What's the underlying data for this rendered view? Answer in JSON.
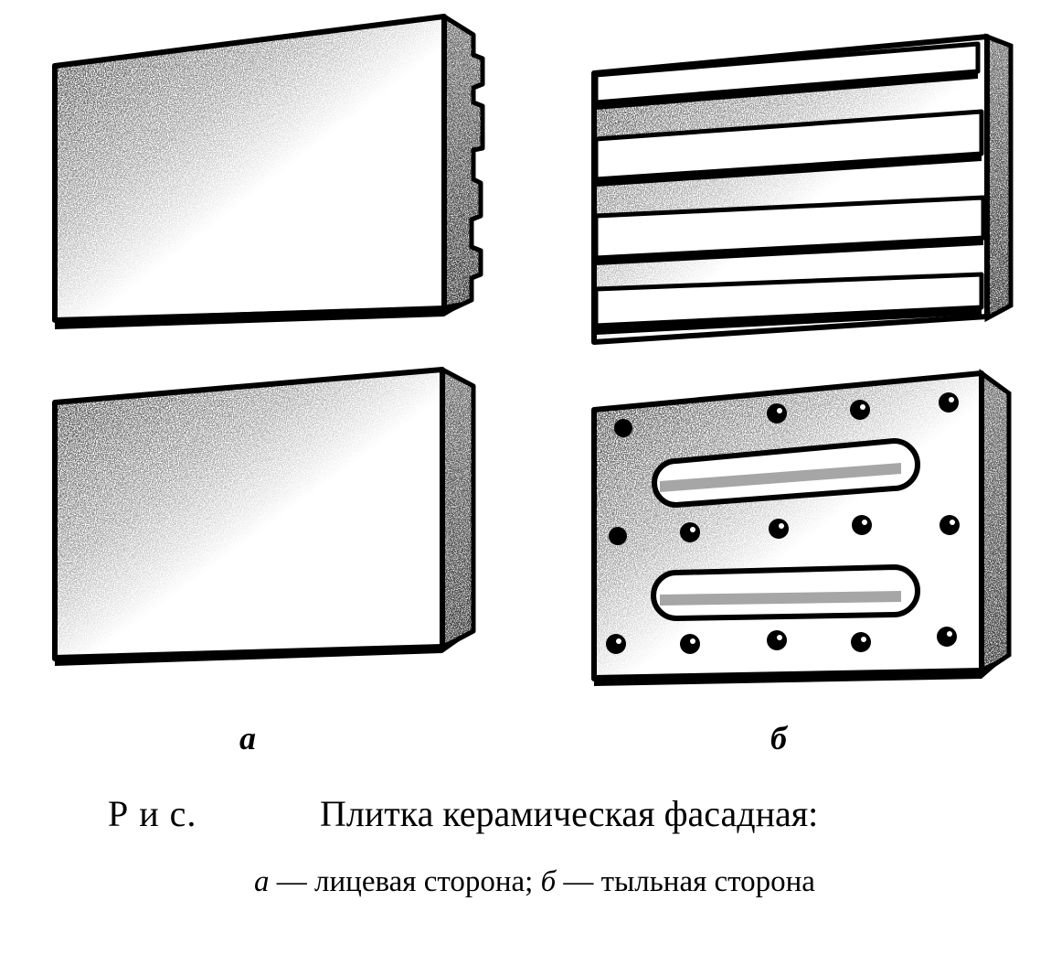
{
  "labels": {
    "a": "а",
    "b": "б"
  },
  "caption": {
    "prefix": "Р и с.",
    "title": "Плитка керамическая фасадная:",
    "line2": {
      "a_letter": "а",
      "a_text": " — лицевая сторона; ",
      "b_letter": "б",
      "b_text": " — тыльная сторона"
    }
  }
}
